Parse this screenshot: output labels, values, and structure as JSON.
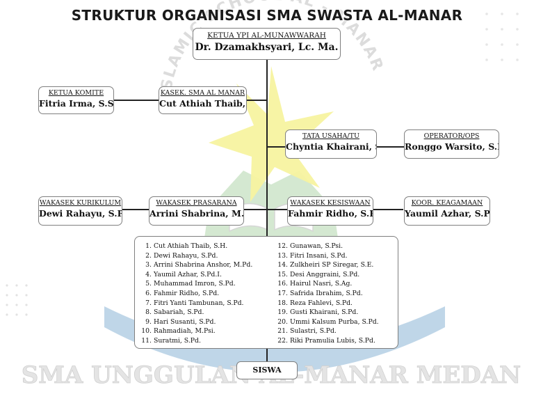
{
  "title": "STRUKTUR ORGANISASI SMA SWASTA AL-MANAR",
  "watermark": {
    "arc_text": "ISLAMIC SCHOOL AL - MANAR",
    "bottom_text": "SMA UNGGULAN AL-MANAR MEDAN"
  },
  "nodes": {
    "ketua_ypi": {
      "role": "KETUA YPI AL-MUNAWWARAH",
      "name": "Dr. Dzamakhsyari, Lc. Ma."
    },
    "ketua_komite": {
      "role": "KETUA KOMITE",
      "name": "Fitria Irma, S.Sos."
    },
    "kasek": {
      "role": "KASEK. SMA AL MANAR",
      "name": "Cut Athiah Thaib, S.H."
    },
    "tata_usaha": {
      "role": "TATA USAHA/TU",
      "name": "Chyntia Khairani, S.Pd."
    },
    "operator": {
      "role": "OPERATOR/OPS",
      "name": "Ronggo Warsito, S.Kom"
    },
    "wakasek_kurikulum": {
      "role": "WAKASEK KURIKULUM",
      "name": "Dewi Rahayu, S.Pd."
    },
    "wakasek_prasarana": {
      "role": "WAKASEK PRASARANA",
      "name": "Arrini Shabrina, M.Pd."
    },
    "wakasek_kesiswaan": {
      "role": "WAKASEK KESISWAAN",
      "name": "Fahmir Ridho, S.Pd."
    },
    "koor_keagamaan": {
      "role": "KOOR. KEAGAMAAN",
      "name": "Yaumil Azhar, S.Pd.I."
    }
  },
  "teachers_left": [
    {
      "num": "1.",
      "name": "Cut Athiah Thaib, S.H."
    },
    {
      "num": "2.",
      "name": "Dewi Rahayu, S.Pd."
    },
    {
      "num": "3.",
      "name": "Arrini Shabrina Anshor, M.Pd."
    },
    {
      "num": "4.",
      "name": "Yaumil Azhar, S.Pd.I."
    },
    {
      "num": "5.",
      "name": "Muhammad Imron, S.Pd."
    },
    {
      "num": "6.",
      "name": "Fahmir Ridho, S.Pd."
    },
    {
      "num": "7.",
      "name": "Fitri Yanti Tambunan, S.Pd."
    },
    {
      "num": "8.",
      "name": "Sabariah, S.Pd."
    },
    {
      "num": "9.",
      "name": "Hari Susanti, S.Pd."
    },
    {
      "num": "10.",
      "name": "Rahmadiah, M.Psi."
    },
    {
      "num": "11.",
      "name": "Suratmi, S.Pd."
    }
  ],
  "teachers_right": [
    {
      "num": "12.",
      "name": "Gunawan, S.Psi."
    },
    {
      "num": "13.",
      "name": "Fitri Insani, S.Pd."
    },
    {
      "num": "14.",
      "name": "Zulkheiri SP Siregar, S.E."
    },
    {
      "num": "15.",
      "name": "Desi Anggraini, S.Pd."
    },
    {
      "num": "16.",
      "name": "Hairul Nasri, S.Ag."
    },
    {
      "num": "17.",
      "name": "Safrida Ibrahim, S.Pd."
    },
    {
      "num": "18.",
      "name": "Reza Fahlevi, S.Pd."
    },
    {
      "num": "19.",
      "name": "Gusti Khairani, S.Pd."
    },
    {
      "num": "20.",
      "name": "Ummi Kalsum Purba, S.Pd."
    },
    {
      "num": "21.",
      "name": "Sulastri, S.Pd."
    },
    {
      "num": "22.",
      "name": "Riki Pramulia Lubis, S.Pd."
    }
  ],
  "siswa": "SISWA",
  "colors": {
    "watermark_green": "#cfe6cc",
    "watermark_blue": "#aac8e0",
    "watermark_yellow": "#f7f3a0",
    "line": "#222222",
    "box_border": "#7f7f7f"
  }
}
